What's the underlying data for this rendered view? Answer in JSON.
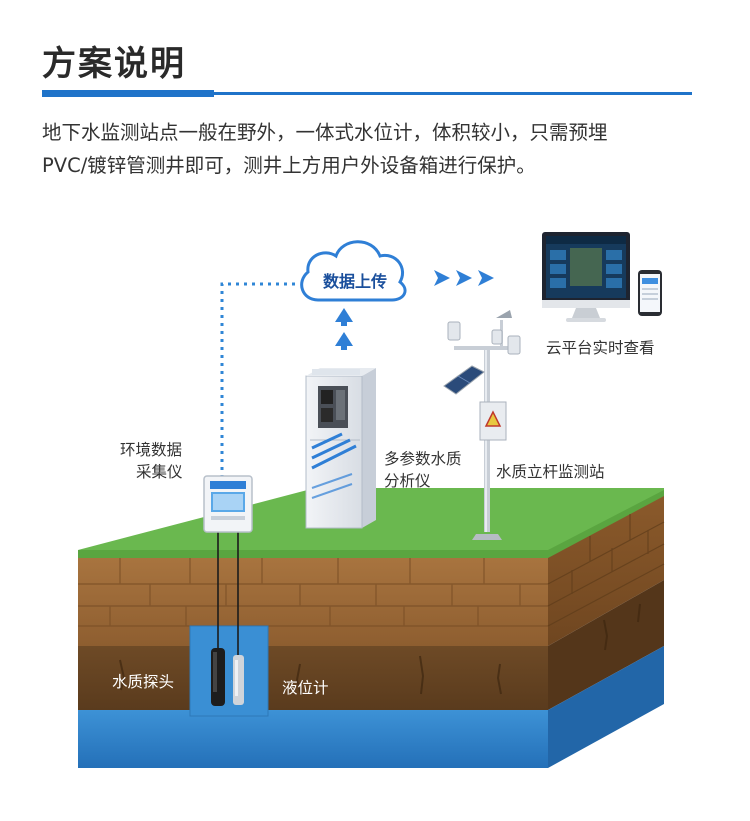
{
  "header": {
    "title": "方案说明"
  },
  "description": {
    "line1": "地下水监测站点一般在野外，一体式水位计，体积较小，只需预埋",
    "line2": " PVC/镀锌管测井即可，测井上方用户外设备箱进行保护。"
  },
  "diagram": {
    "cloud_label": "数据上传",
    "labels": {
      "data_collector_line1": "环境数据",
      "data_collector_line2": "采集仪",
      "analyzer_line1": "多参数水质",
      "analyzer_line2": "分析仪",
      "pole_station": "水质立杆监测站",
      "cloud_platform": "云平台实时查看",
      "water_probe": "水质探头",
      "level_meter": "液位计"
    },
    "colors": {
      "accent": "#1f73c9",
      "grass": "#6ab84f",
      "soil": "#9c6a3c",
      "water": "#2f86cf",
      "arrow": "#2f7fd6"
    }
  }
}
